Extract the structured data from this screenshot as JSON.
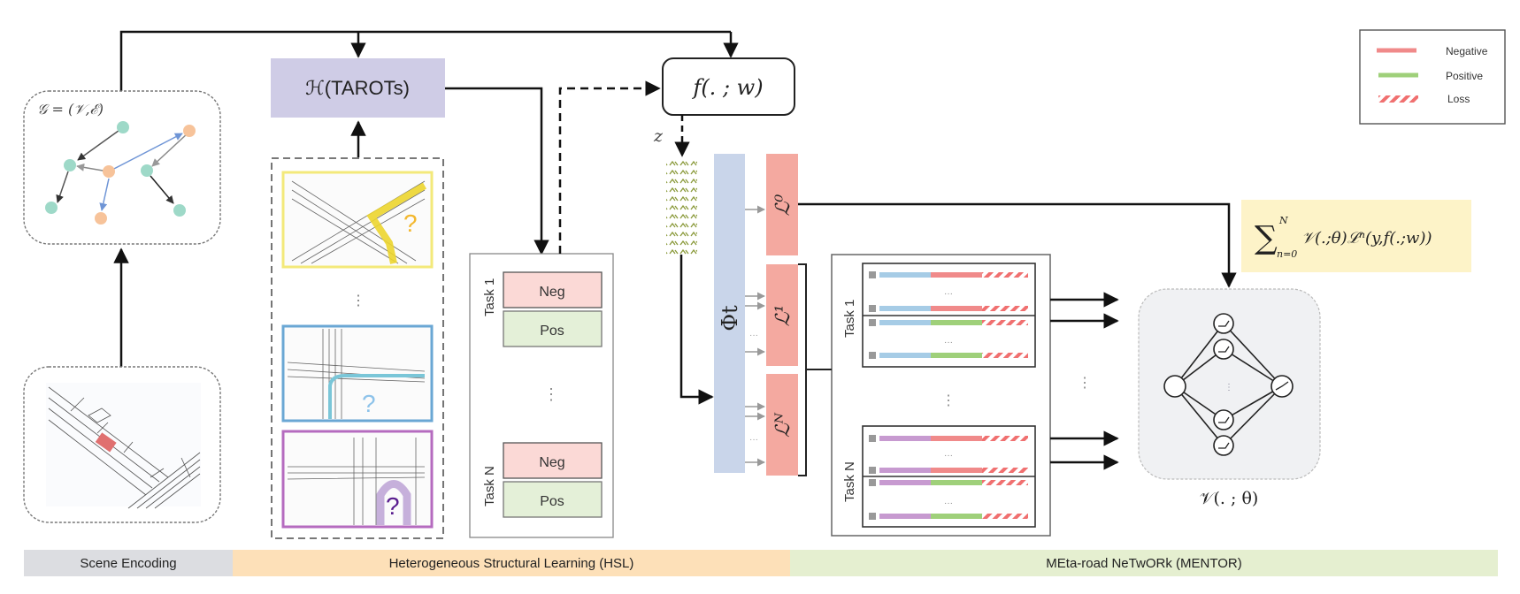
{
  "legend": {
    "items": [
      {
        "label": "Negative",
        "color": "#f08a8a",
        "style": "solid"
      },
      {
        "label": "Positive",
        "color": "#9fd07a",
        "style": "solid"
      },
      {
        "label": "Loss",
        "color": "#f07070",
        "style": "hatched"
      }
    ]
  },
  "scene_graph": {
    "label": "𝒢 = (𝒱,ℰ)",
    "node_colors": {
      "road": "#9ed9c8",
      "agent": "#f7c39a"
    },
    "edge_colors": {
      "default": "#555555",
      "highlight": "#6f95d6"
    }
  },
  "tarots": {
    "label": "ℋ(TAROTs)",
    "color": "#cfcce6"
  },
  "model_f": {
    "label": "f(. ; w)"
  },
  "latent_label": "z",
  "phi_label": "Φt",
  "losses": [
    {
      "label": "ℒ⁰",
      "sup": "0"
    },
    {
      "label": "ℒ¹",
      "sup": "1"
    },
    {
      "label": "ℒᴺ",
      "sup": "N"
    }
  ],
  "task_panel": {
    "tasks": [
      {
        "name": "Task 1",
        "neg": "Neg",
        "pos": "Pos"
      },
      {
        "name": "Task N",
        "neg": "Neg",
        "pos": "Pos"
      }
    ],
    "ellipsis": "⋮"
  },
  "route_panels": [
    {
      "name": "yellow-route",
      "color": "#f3e97a",
      "question": "?"
    },
    {
      "name": "blue-route",
      "color": "#6aa7d4",
      "question": "?"
    },
    {
      "name": "purple-route",
      "color": "#b56bbf",
      "question": "?"
    }
  ],
  "mentor_tasks": [
    {
      "name": "Task 1",
      "feature_color": "#a6cce6"
    },
    {
      "name": "Task N",
      "feature_color": "#c79ad0"
    }
  ],
  "formula": {
    "text": "∑ₙ₌₀ᴺ 𝒱(.;θ)ℒⁿ(y, f(.;w))",
    "bg": "#fdf3c8"
  },
  "meta_net": {
    "label": "𝒱(. ; θ)"
  },
  "sections": [
    {
      "label": "Scene Encoding",
      "color": "#dcdde1"
    },
    {
      "label": "Heterogeneous Structural Learning (HSL)",
      "color": "#fde0b8"
    },
    {
      "label": "MEta-road NeTwORk (MENTOR)",
      "color": "#e5efd0"
    }
  ]
}
